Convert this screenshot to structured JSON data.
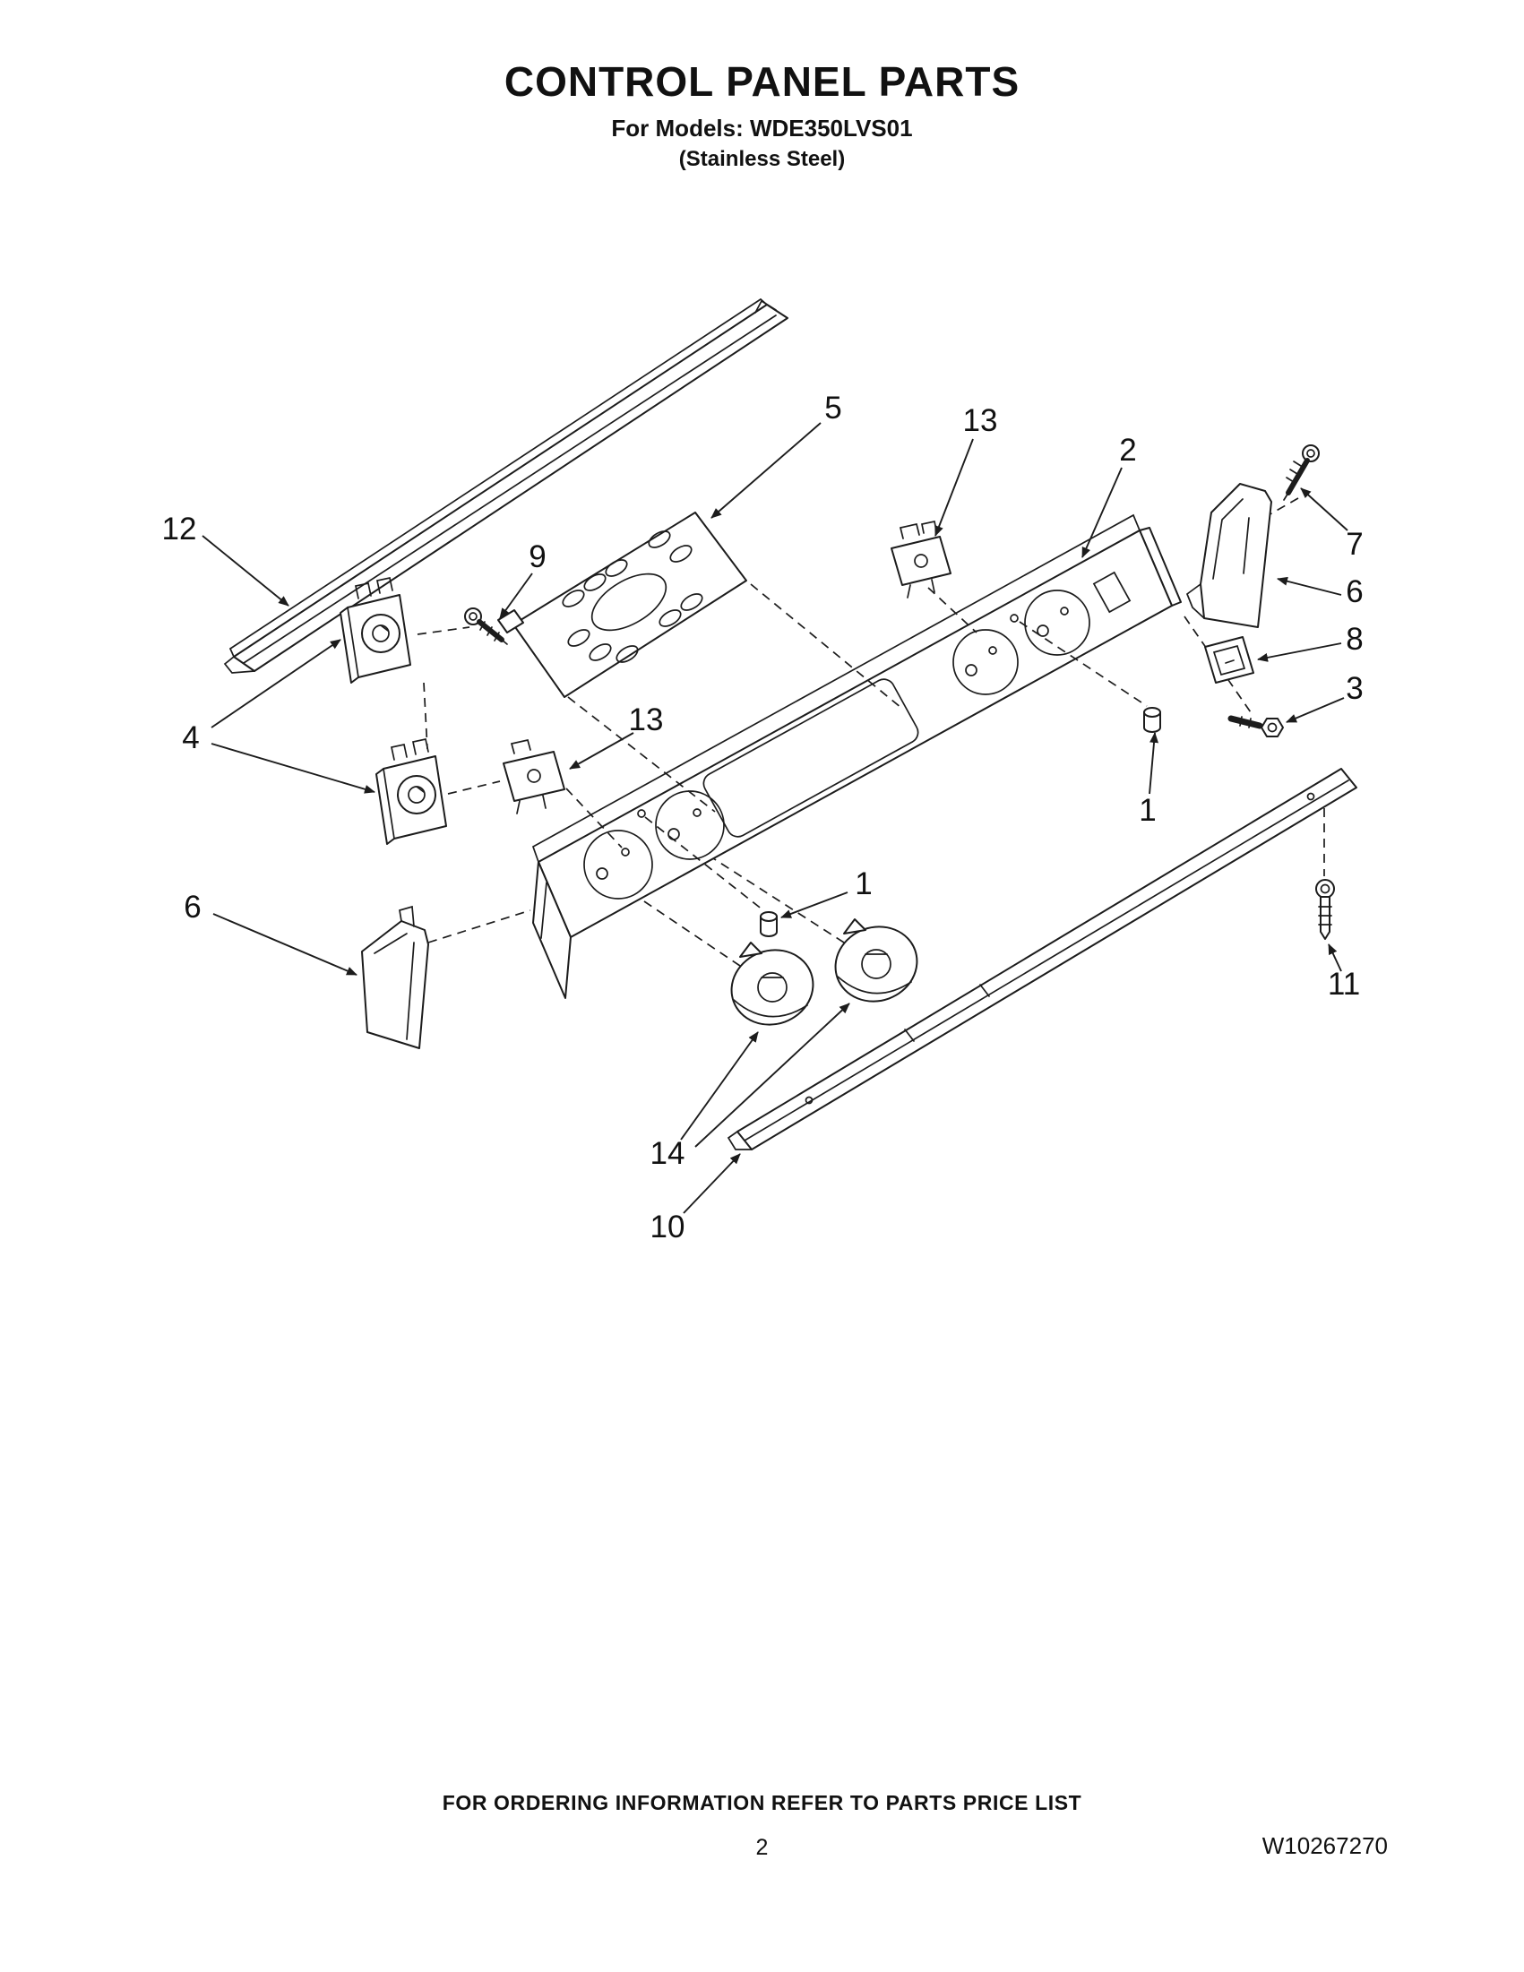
{
  "header": {
    "title": "CONTROL PANEL PARTS",
    "models_line": "For Models: WDE350LVS01",
    "finish_line": "(Stainless Steel)"
  },
  "footer": {
    "ordering_note": "FOR ORDERING INFORMATION REFER TO PARTS PRICE LIST",
    "page_number": "2",
    "doc_number": "W10267270"
  },
  "callouts": [
    {
      "label": "12"
    },
    {
      "label": "5"
    },
    {
      "label": "13"
    },
    {
      "label": "2"
    },
    {
      "label": "7"
    },
    {
      "label": "6"
    },
    {
      "label": "8"
    },
    {
      "label": "3"
    },
    {
      "label": "9"
    },
    {
      "label": "4"
    },
    {
      "label": "13"
    },
    {
      "label": "1"
    },
    {
      "label": "1"
    },
    {
      "label": "6"
    },
    {
      "label": "14"
    },
    {
      "label": "10"
    },
    {
      "label": "11"
    }
  ]
}
